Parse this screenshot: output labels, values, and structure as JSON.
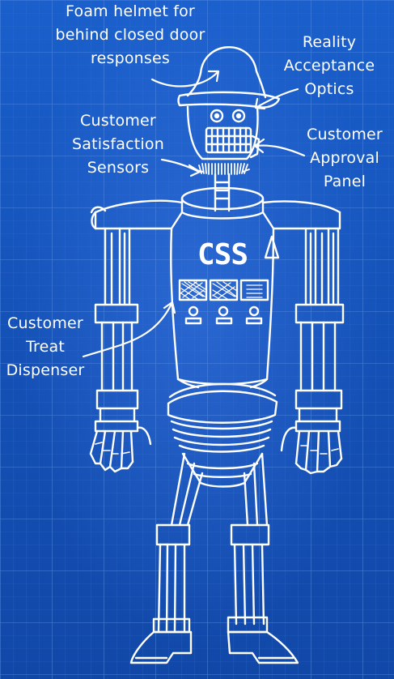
{
  "colors": {
    "background": "#1555c0",
    "grid": "#4a86e0",
    "line": "#ffffff"
  },
  "labels": {
    "helmet": [
      "Foam helmet for",
      "behind closed door",
      "responses"
    ],
    "optics": [
      "Reality",
      "Acceptance",
      "Optics"
    ],
    "sensors": [
      "Customer",
      "Satisfaction",
      "Sensors"
    ],
    "approval": [
      "Customer",
      "Approval",
      "Panel"
    ],
    "dispenser": [
      "Customer",
      "Treat",
      "Dispenser"
    ]
  },
  "chest": {
    "logo": "CSS"
  }
}
